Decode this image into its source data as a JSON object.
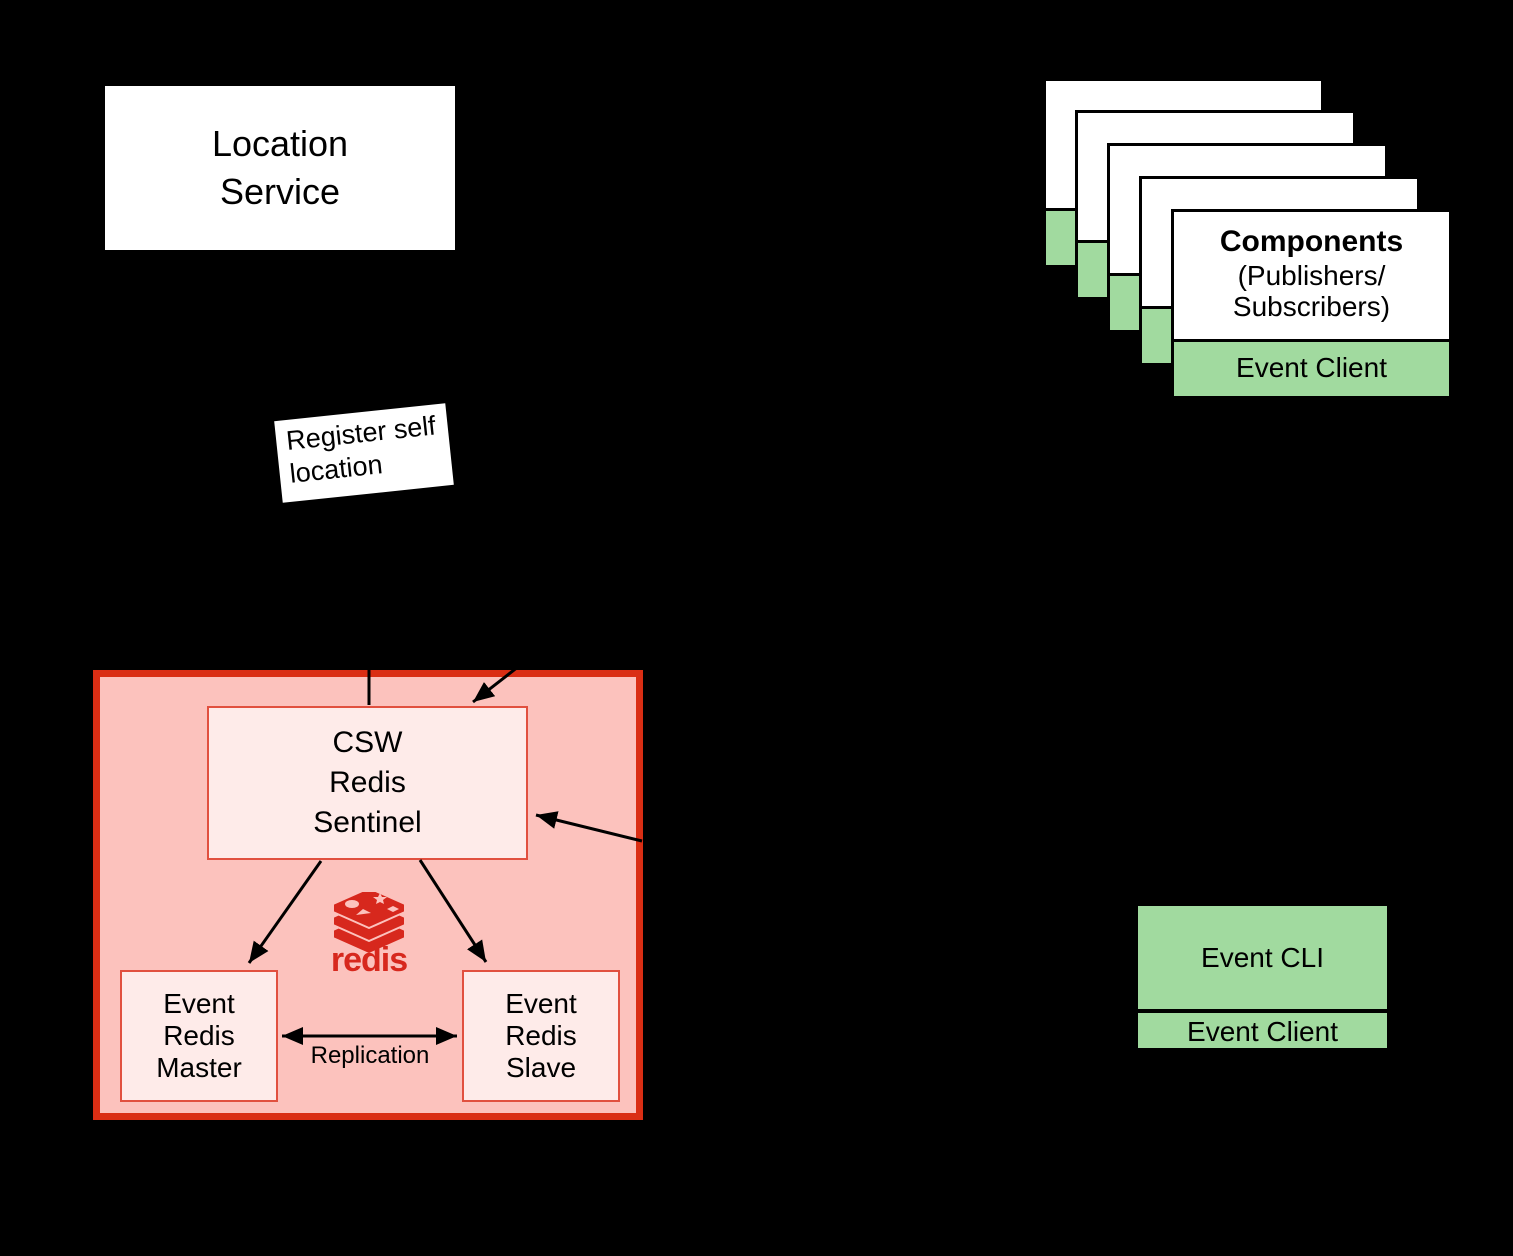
{
  "colors": {
    "background": "#000000",
    "card_green": "#a1da9f",
    "container_pink": "#fcc2bd",
    "container_border_red": "#da2e14",
    "node_fill": "#feebe9",
    "node_border_red": "#e1503f",
    "redis_brand_red": "#d7281d",
    "box_white": "#ffffff",
    "line_black": "#000000"
  },
  "location_service": {
    "label": "Location\nService"
  },
  "components_stack": {
    "card_count": 5,
    "title": "Components",
    "subtitle": "(Publishers/\nSubscribers)",
    "strip_label": "Event Client"
  },
  "register_note": {
    "label": "Register self\nlocation"
  },
  "redis_cluster": {
    "sentinel_label": "CSW\nRedis\nSentinel",
    "master_label": "Event\nRedis\nMaster",
    "slave_label": "Event\nRedis\nSlave",
    "replication_label": "Replication",
    "redis_logo_wordmark": "redis"
  },
  "event_cli": {
    "title": "Event CLI",
    "strip_label": "Event Client"
  }
}
